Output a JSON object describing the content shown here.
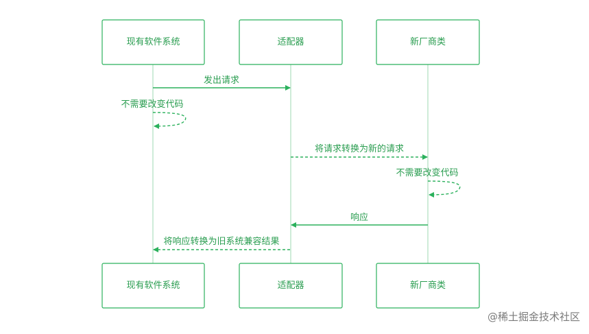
{
  "participants": {
    "legacy": "现有软件系统",
    "adapter": "适配器",
    "vendor": "新厂商类"
  },
  "messages": {
    "send_request": "发出请求",
    "no_change_legacy": "不需要改变代码",
    "convert_request": "将请求转换为新的请求",
    "no_change_vendor": "不需要改变代码",
    "response": "响应",
    "convert_response": "将响应转换为旧系统兼容结果"
  },
  "watermark": "@稀土掘金技术社区",
  "colors": {
    "accent": "#2bb15c",
    "lifeline": "#9ed8b0",
    "text": "#2a9d50"
  }
}
